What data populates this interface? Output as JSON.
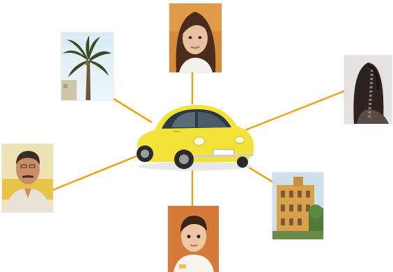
{
  "diagram": {
    "type": "hub-and-spoke",
    "hub": {
      "icon": "yellow-car"
    },
    "nodes": [
      {
        "icon": "palm-tree"
      },
      {
        "icon": "girl-portrait"
      },
      {
        "icon": "woman-back-braid"
      },
      {
        "icon": "man-portrait"
      },
      {
        "icon": "building"
      },
      {
        "icon": "boy-portrait"
      }
    ],
    "colors": {
      "connector": "#E8A317",
      "car_body": "#F2E23A",
      "background": "#FFFFFF"
    }
  }
}
